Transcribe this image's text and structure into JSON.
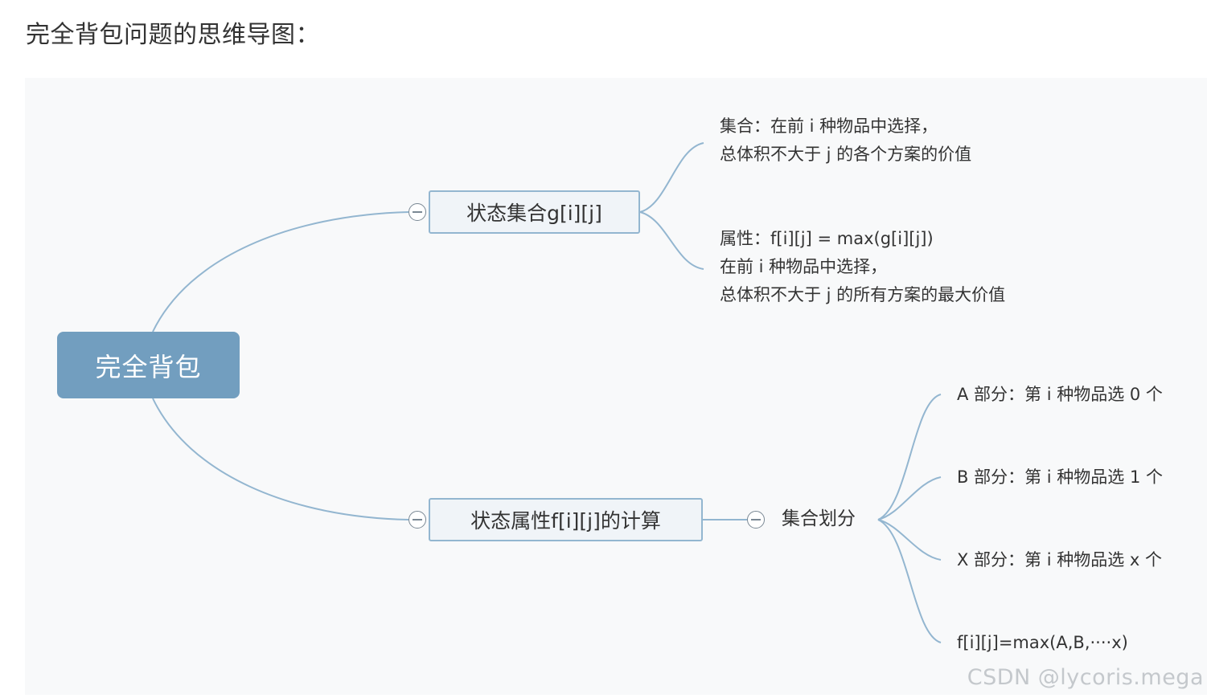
{
  "heading": "完全背包问题的思维导图：",
  "mindmap": {
    "root": "完全背包",
    "branch_state_set": {
      "label": "状态集合g[i][j]",
      "leaf_set": [
        "集合：在前 i 种物品中选择，",
        "总体积不大于 j 的各个方案的价值"
      ],
      "leaf_attr": [
        "属性：f[i][j] = max(g[i][j])",
        "在前 i 种物品中选择，",
        "总体积不大于 j 的所有方案的最大价值"
      ]
    },
    "branch_state_calc": {
      "label": "状态属性f[i][j]的计算",
      "sub": "集合划分",
      "leaves": [
        "A 部分：第 i 种物品选 0 个",
        "B 部分：第 i 种物品选 1 个",
        "X 部分：第 i 种物品选 x 个",
        "f[i][j]=max(A,B,····x)"
      ]
    }
  },
  "watermark": "CSDN @lycoris.mega",
  "colors": {
    "root_fill": "#729ebf",
    "connector": "#93b6d0",
    "branch_fill": "#f0f4f8",
    "canvas_bg": "#f8f9fa"
  }
}
